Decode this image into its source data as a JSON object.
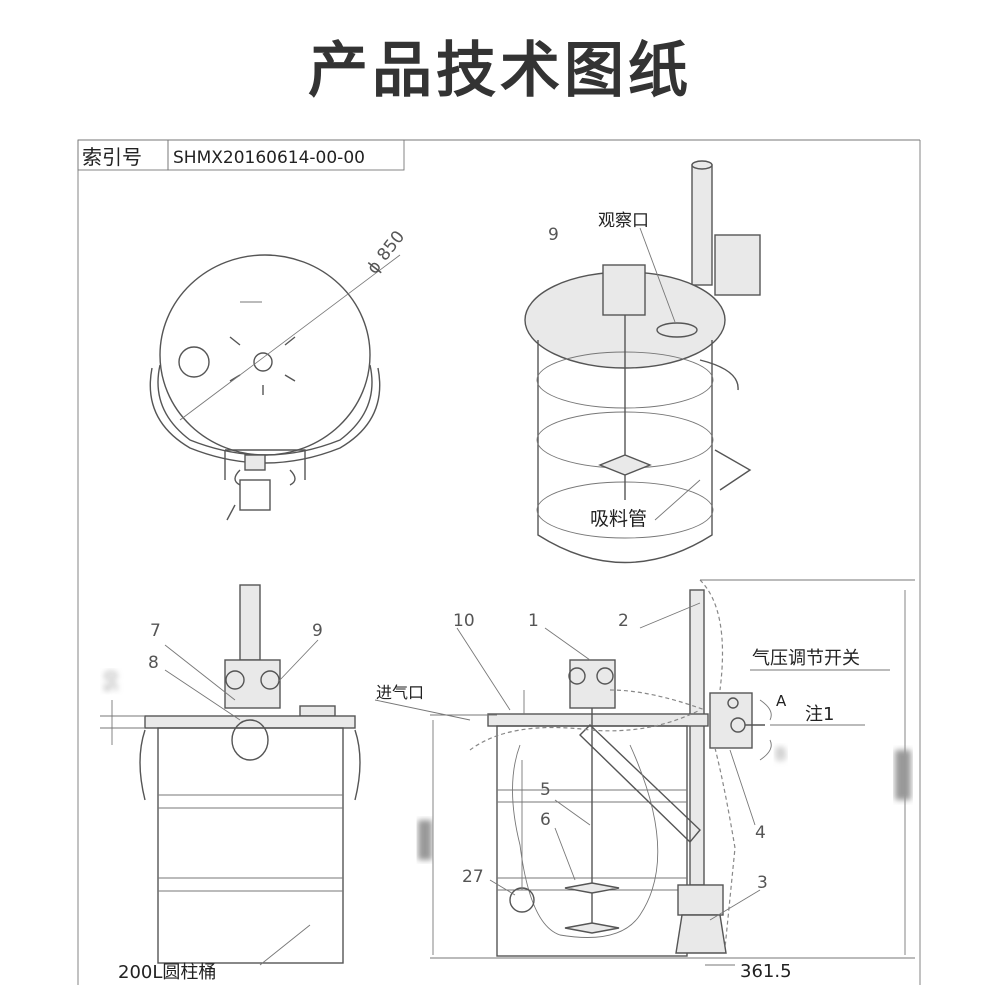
{
  "title": "产品技术图纸",
  "index_block": {
    "label": "索引号",
    "value": "SHMX20160614-00-00"
  },
  "top_view": {
    "diameter": "ϕ 850"
  },
  "iso_view": {
    "part_9": "9",
    "observation_port": "观察口",
    "suction_pipe": "吸料管"
  },
  "side_view": {
    "part_7": "7",
    "part_8": "8",
    "part_9": "9",
    "dim_50": "50",
    "drum_label": "200L圆柱桶"
  },
  "front_view": {
    "part_10": "10",
    "part_1": "1",
    "part_2": "2",
    "air_inlet": "进气口",
    "pressure_switch": "气压调节开关",
    "rotation_a": "A",
    "note_1": "注1",
    "rotation_b": "B",
    "part_4": "4",
    "part_5": "5",
    "part_6": "6",
    "part_27": "27",
    "part_3": "3",
    "dim_width": "361.5"
  }
}
